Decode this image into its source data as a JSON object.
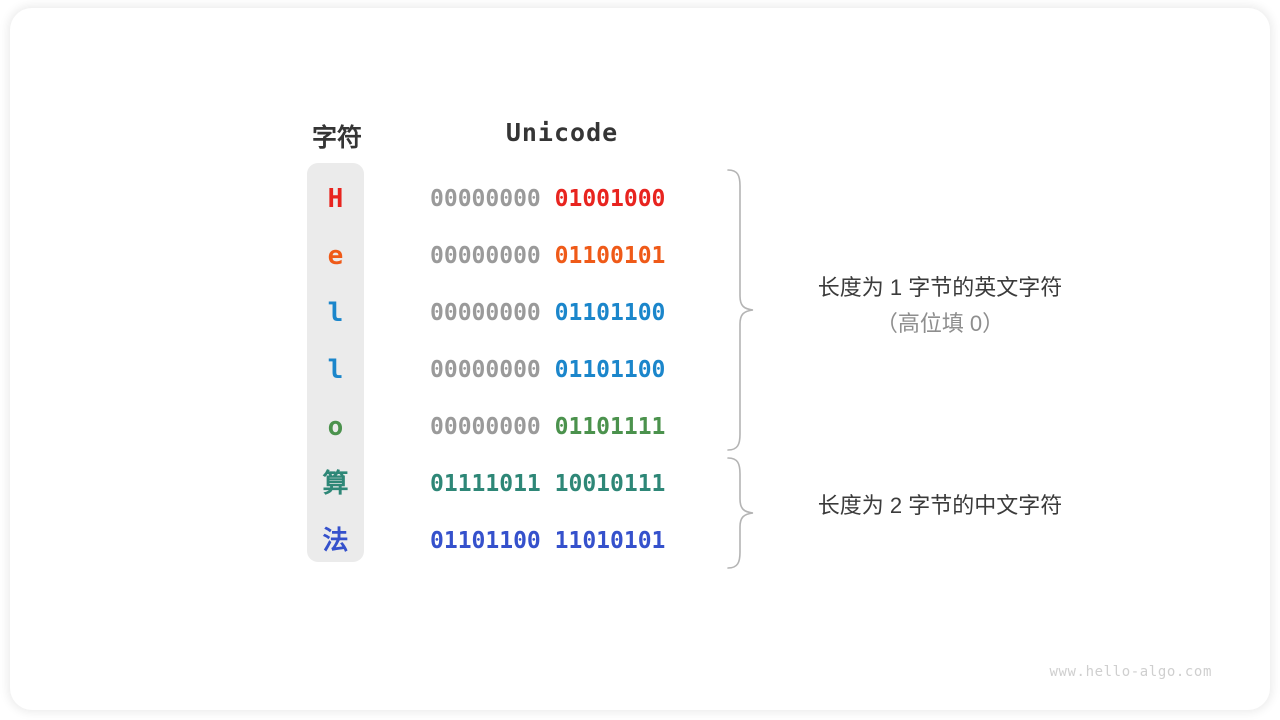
{
  "watermark": "www.hello-algo.com",
  "headers": {
    "character": "字符",
    "unicode": "Unicode"
  },
  "colors": {
    "high_bits": "#9a9a9a",
    "panel_bg": "#ebebeb",
    "brace": "#b4b4b4",
    "header_text": "#353535",
    "annotation_text": "#3b3b3b",
    "annotation_sub_text": "#8e8e8e",
    "watermark": "#cfcfcf"
  },
  "rows": [
    {
      "char": "H",
      "color": "#e8241f",
      "high": "00000000 ",
      "low": "01001000"
    },
    {
      "char": "e",
      "color": "#ef5a18",
      "high": "00000000 ",
      "low": "01100101"
    },
    {
      "char": "l",
      "color": "#1b86cb",
      "high": "00000000 ",
      "low": "01101100"
    },
    {
      "char": "l",
      "color": "#1b86cb",
      "high": "00000000 ",
      "low": "01101100"
    },
    {
      "char": "o",
      "color": "#4b924d",
      "high": "00000000 ",
      "low": "01101111"
    },
    {
      "char": "算",
      "color": "#2e8777",
      "high": "",
      "low": "01111011 10010111"
    },
    {
      "char": "法",
      "color": "#3551cc",
      "high": "",
      "low": "01101100 11010101"
    }
  ],
  "annotations": [
    {
      "line1": "长度为 1 字节的英文字符",
      "line2": "（高位填 0）"
    },
    {
      "line1": "长度为 2 字节的中文字符",
      "line2": ""
    }
  ]
}
